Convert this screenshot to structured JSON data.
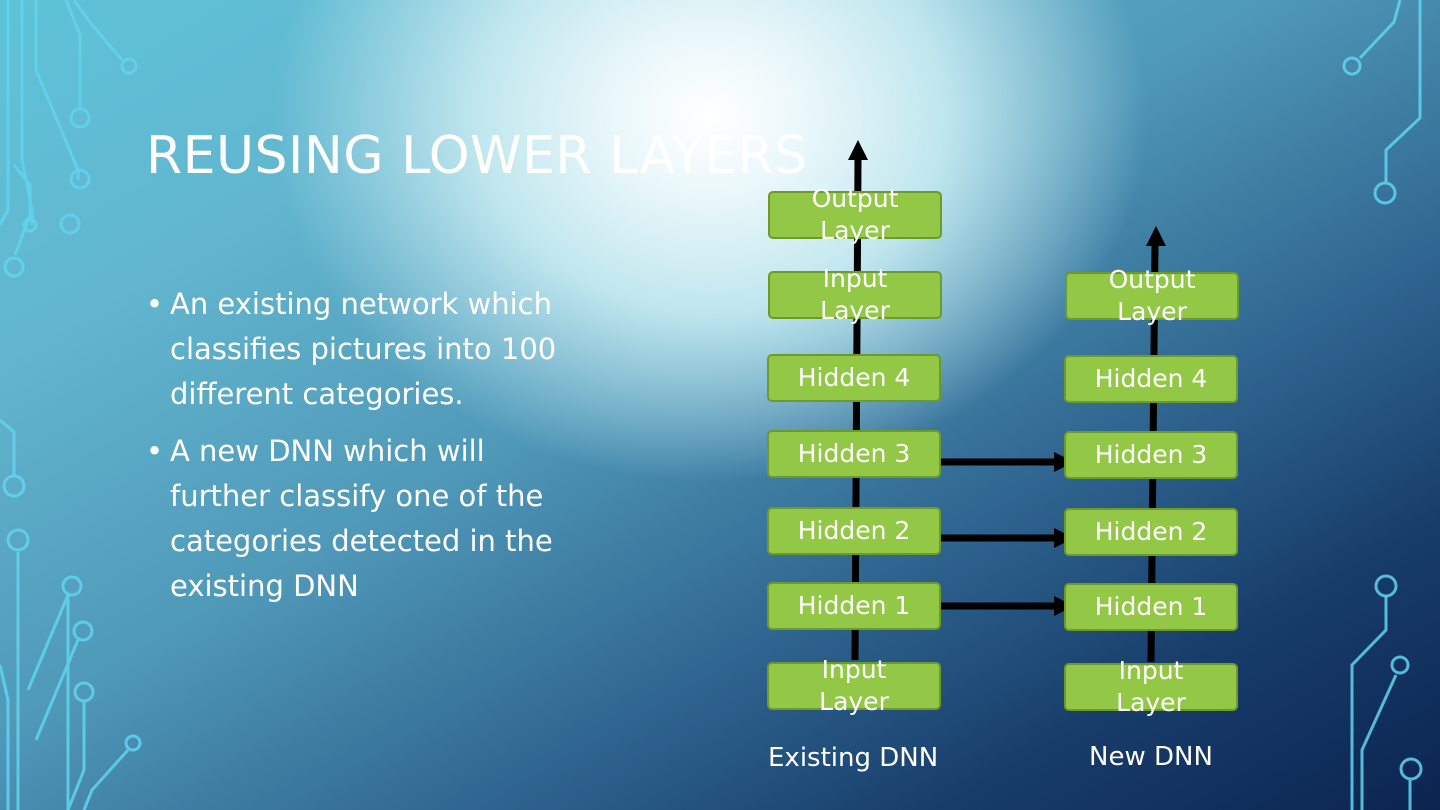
{
  "slide": {
    "title": "REUSING LOWER LAYERS",
    "bullets": [
      "An existing network which classifies pictures into 100 different categories.",
      "A new DNN which will further classify one of the categories detected in the existing DNN"
    ]
  },
  "diagram": {
    "existing": {
      "caption": "Existing DNN",
      "layers": [
        "Output Layer",
        "Input Layer",
        "Hidden 4",
        "Hidden 3",
        "Hidden 2",
        "Hidden 1",
        "Input Layer"
      ]
    },
    "new": {
      "caption": "New DNN",
      "layers": [
        "Output Layer",
        "Hidden 4",
        "Hidden 3",
        "Hidden 2",
        "Hidden 1",
        "Input Layer"
      ]
    },
    "connections": [
      {
        "from": "Hidden 3",
        "to": "Hidden 3"
      },
      {
        "from": "Hidden 2",
        "to": "Hidden 2"
      },
      {
        "from": "Hidden 1",
        "to": "Hidden 1"
      }
    ]
  },
  "colors": {
    "layer_fill": "#92c846",
    "layer_border": "#6e9a2c",
    "arrow": "#000000",
    "text": "#ffffff",
    "circuit": "#5fd0ee"
  }
}
